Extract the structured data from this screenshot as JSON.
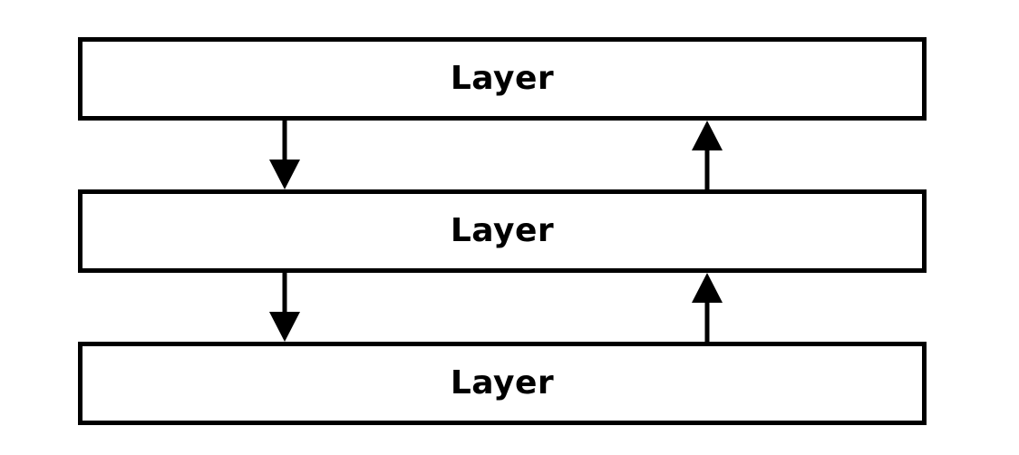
{
  "diagram": {
    "layers": [
      {
        "label": "Layer"
      },
      {
        "label": "Layer"
      },
      {
        "label": "Layer"
      }
    ],
    "colors": {
      "stroke": "#000000",
      "fill": "#ffffff",
      "text": "#000000"
    },
    "connections": [
      {
        "from": "layer-1",
        "to": "layer-2",
        "direction": "down"
      },
      {
        "from": "layer-2",
        "to": "layer-1",
        "direction": "up"
      },
      {
        "from": "layer-2",
        "to": "layer-3",
        "direction": "down"
      },
      {
        "from": "layer-3",
        "to": "layer-2",
        "direction": "up"
      }
    ]
  }
}
